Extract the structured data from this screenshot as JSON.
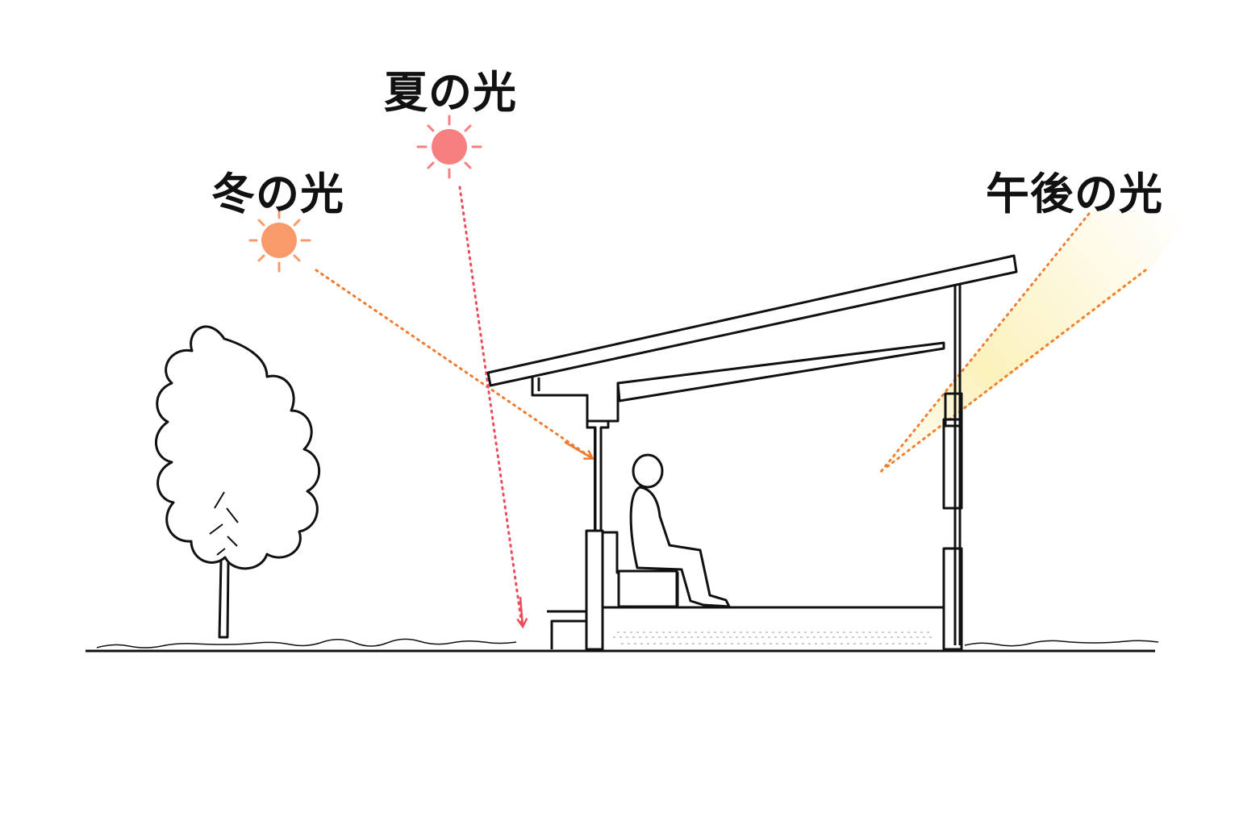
{
  "labels": {
    "summer": "夏の光",
    "winter": "冬の光",
    "afternoon": "午後の光"
  },
  "colors": {
    "summer_sun": "#f77f7f",
    "summer_ray": "#ec4c5c",
    "winter_sun": "#f99a6a",
    "winter_ray": "#f07a30",
    "afternoon_ray": "#f08030",
    "afternoon_glow": "#fbefb0",
    "line": "#111111"
  },
  "icons": {
    "summer_sun": "sun-icon",
    "winter_sun": "sun-icon"
  }
}
